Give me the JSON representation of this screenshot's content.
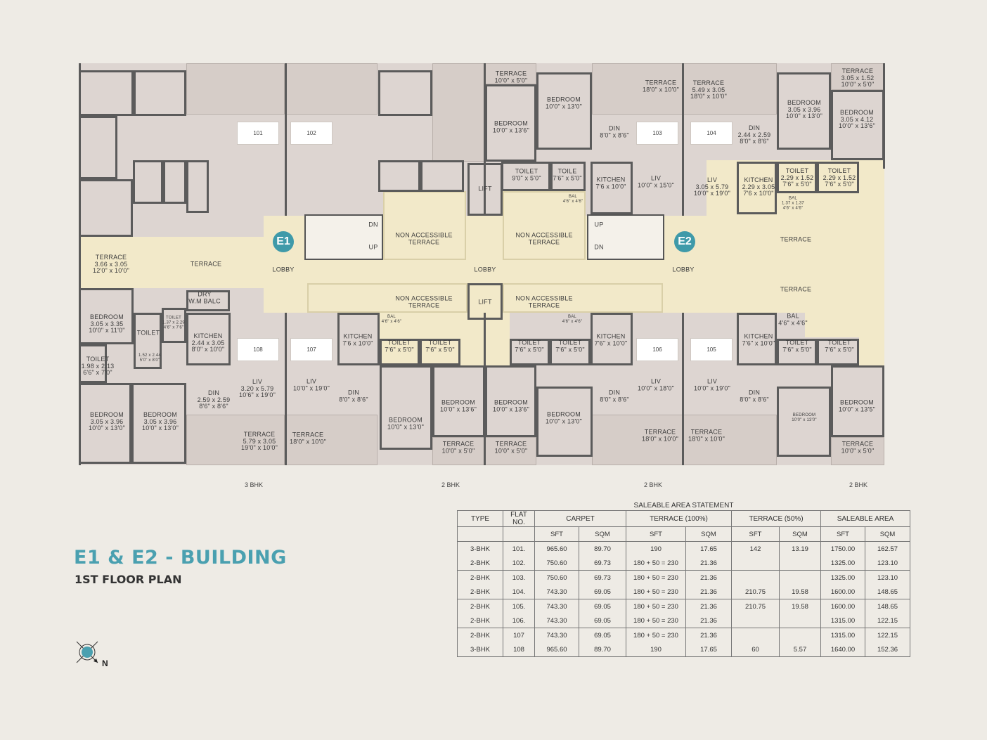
{
  "title": "E1 & E2 - BUILDING",
  "subtitle": "1ST FLOOR PLAN",
  "compass_label": "N",
  "colors": {
    "accent": "#4aa0b0",
    "common_area": "#f2e9c9",
    "unit_area": "#ddd5d1",
    "wall": "#5b5b5b"
  },
  "plan": {
    "flats": [
      "101",
      "102",
      "103",
      "104",
      "108",
      "107",
      "106",
      "105"
    ],
    "cores": [
      "E1",
      "E2"
    ],
    "unit_types": [
      "3 BHK",
      "2 BHK",
      "2 BHK",
      "2 BHK"
    ],
    "labels": [
      "TERRACE\n10'0\" x 5'0\"",
      "BEDROOM\n10'0\" x 13'0\"",
      "BEDROOM\n10'0\" x 13'6\"",
      "TERRACE\n18'0\" x 10'0\"",
      "TERRACE\n5.49 x 3.05\n18'0\" x 10'0\"",
      "BEDROOM\n3.05 x 3.96\n10'0\" x 13'0\"",
      "TERRACE\n3.05 x 1.52\n10'0\" x 5'0\"",
      "BEDROOM\n3.05 x 4.12\n10'0\" x 13'6\"",
      "DIN\n8'0\" x 8'6\"",
      "DIN\n2.44 x 2.59\n8'0\" x 8'6\"",
      "TOILET\n9'0\" x 5'0\"",
      "TOILE\n7'6\" x 5'0\"",
      "KITCHEN\n7'6 x 10'0\"",
      "LIV\n10'0\" x 15'0\"",
      "LIV\n3.05 x 5.79\n10'0\" x 19'0\"",
      "KITCHEN\n2.29 x 3.05\n7'6 x 10'0\"",
      "TOILET\n2.29 x 1.52\n7'6\" x 5'0\"",
      "TOILET\n2.29 x 1.52\n7'6\" x 5'0\"",
      "BAL\n4'6\" x 4'6\"",
      "BAL\n1.37 x 1.37\n4'6\" x 4'6\"",
      "LIFT",
      "LIFT",
      "NON ACCESSIBLE\nTERRACE",
      "NON ACCESSIBLE\nTERRACE",
      "NON ACCESSIBLE\nTERRACE",
      "NON ACCESSIBLE\nTERRACE",
      "DN",
      "UP",
      "UP",
      "DN",
      "LOBBY",
      "LOBBY",
      "LOBBY",
      "TERRACE\n3.66 x 3.05\n12'0\" x 10'0\"",
      "TERRACE",
      "TERRACE",
      "TERRACE",
      "BEDROOM\n3.05 x 3.35\n10'0\" x 11'0\"",
      "TOILET\n1.98 x 2.13\n6'6\" x 7'0\"",
      "TOILET",
      "TOILET\n1.37 x 2.29\n4'6\" x 7'6\"",
      "1.52 x 2.44\n5'0\" x 8'0\"",
      "DRY\nW.M BALC",
      "KITCHEN\n2.44 x 3.05\n8'0\" x 10'0\"",
      "LIV\n3.20 x 5.79\n10'6\" x 19'0\"",
      "DIN\n2.59 x 2.59\n8'6\" x 8'6\"",
      "LIV\n10'0\" x 19'0\"",
      "DIN\n8'0\" x 8'6\"",
      "KITCHEN\n7'6 x 10'0\"",
      "BAL\n4'6\" x 4'6\"",
      "TOILET\n7'6\" x 5'0\"",
      "TOILET\n7'6\" x 5'0\"",
      "BEDROOM\n3.05 x 3.96\n10'0\" x 13'0\"",
      "BEDROOM\n3.05 x 3.96\n10'0\" x 13'0\"",
      "TERRACE\n5.79 x 3.05\n19'0\" x 10'0\"",
      "TERRACE\n18'0\" x 10'0\"",
      "BEDROOM\n10'0\" x 13'0\"",
      "BEDROOM\n10'0\" x 13'6\"",
      "TERRACE\n10'0\" x 5'0\"",
      "BAL\n4'6\" x 4'6\"",
      "TOILET\n7'6\" x 5'0\"",
      "TOILET\n7'6\" x 5'0\"",
      "KITCHEN\n7'6\" x 10'0\"",
      "LIV\n10'0\" x 18'0\"",
      "DIN\n8'0\" x 8'6\"",
      "BEDROOM\n10'0\" x 13'6\"",
      "BEDROOM\n10'0\" x 13'0\"",
      "TERRACE\n10'0\" x 5'0\"",
      "TERRACE\n18'0\" x 10'0\"",
      "LIV\n10'0\" x 19'0\"",
      "DIN\n8'0\" x 8'6\"",
      "KITCHEN\n7'6\" x 10'0\"",
      "BAL\n4'6\" x 4'6\"",
      "TOILET\n7'6\" x 5'0\"",
      "TOILET\n7'6\" x 5'0\"",
      "BEDROOM\n10'0\" x 13'0\"",
      "BEDROOM\n10'0\" x 13'5\"",
      "TERRACE\n18'0\" x 10'0\"",
      "TERRACE\n10'0\" x 5'0\""
    ]
  },
  "table": {
    "caption": "SALEABLE AREA STATEMENT",
    "headers": [
      "TYPE",
      "FLAT NO.",
      "CARPET",
      "TERRACE (100%)",
      "TERRACE (50%)",
      "SALEABLE  AREA"
    ],
    "subheaders": [
      "",
      "",
      "SFT",
      "SQM",
      "SFT",
      "SQM",
      "SFT",
      "SQM",
      "SFT",
      "SQM"
    ],
    "rows": [
      [
        "3-BHK",
        "101.",
        "965.60",
        "89.70",
        "190",
        "17.65",
        "142",
        "13.19",
        "1750.00",
        "162.57"
      ],
      [
        "2-BHK",
        "102.",
        "750.60",
        "69.73",
        "180 + 50 = 230",
        "21.36",
        "",
        "",
        "1325.00",
        "123.10"
      ],
      [
        "2-BHK",
        "103.",
        "750.60",
        "69.73",
        "180 + 50 = 230",
        "21.36",
        "",
        "",
        "1325.00",
        "123.10"
      ],
      [
        "2-BHK",
        "104.",
        "743.30",
        "69.05",
        "180 + 50 = 230",
        "21.36",
        "210.75",
        "19.58",
        "1600.00",
        "148.65"
      ],
      [
        "2-BHK",
        "105.",
        "743.30",
        "69.05",
        "180 + 50 = 230",
        "21.36",
        "210.75",
        "19.58",
        "1600.00",
        "148.65"
      ],
      [
        "2-BHK",
        "106.",
        "743.30",
        "69.05",
        "180 + 50 = 230",
        "21.36",
        "",
        "",
        "1315.00",
        "122.15"
      ],
      [
        "2-BHK",
        "107",
        "743.30",
        "69.05",
        "180 + 50 = 230",
        "21.36",
        "",
        "",
        "1315.00",
        "122.15"
      ],
      [
        "3-BHK",
        "108",
        "965.60",
        "89.70",
        "190",
        "17.65",
        "60",
        "5.57",
        "1640.00",
        "152.36"
      ]
    ]
  }
}
